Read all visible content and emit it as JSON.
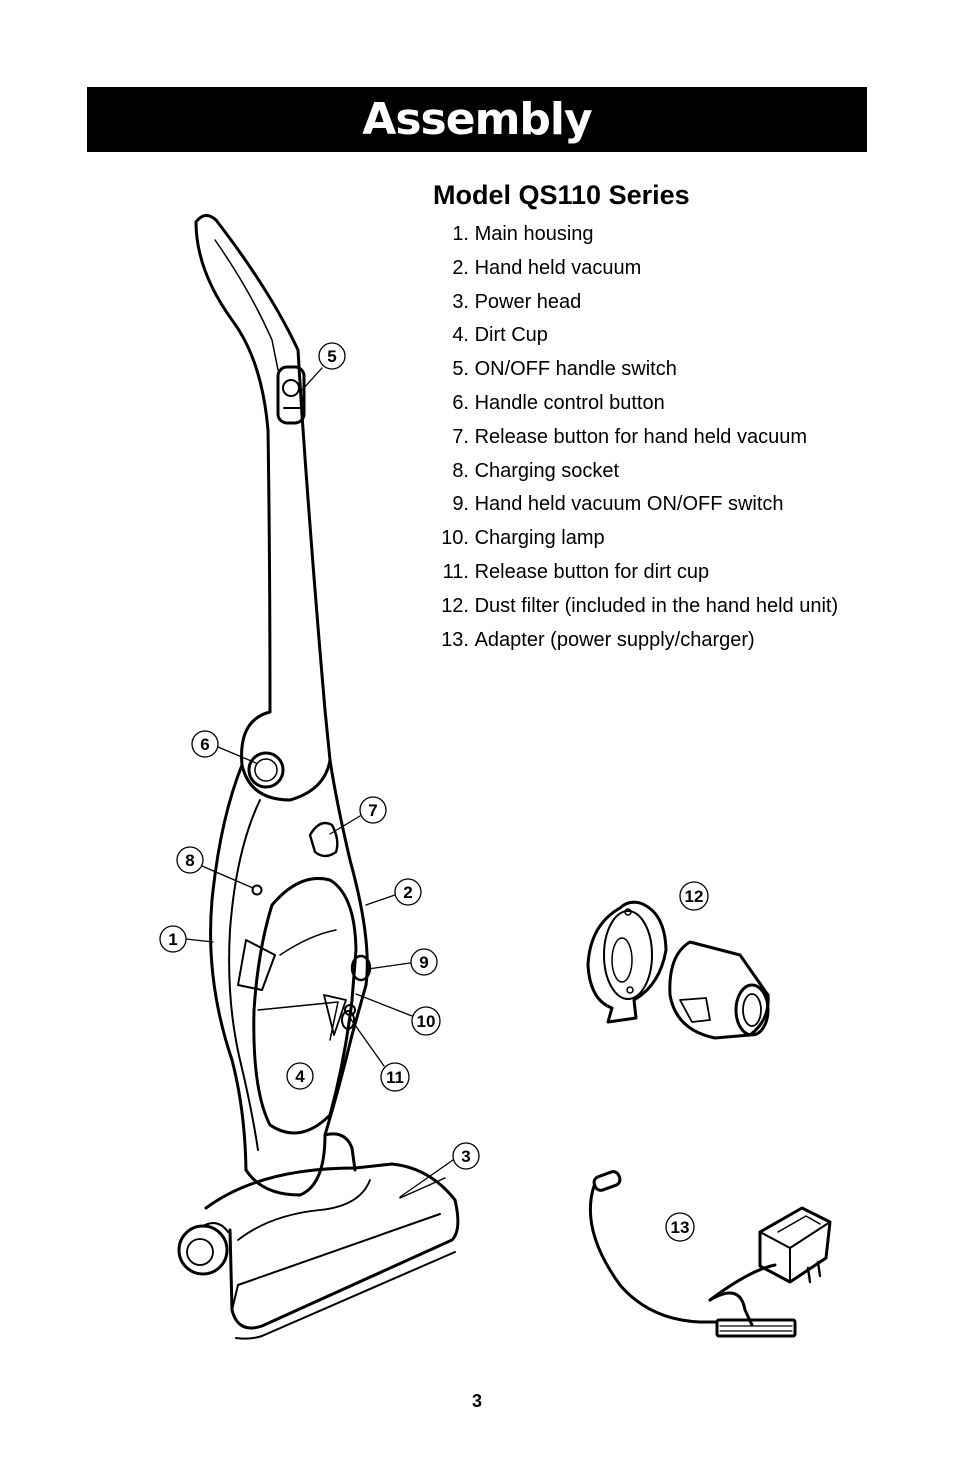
{
  "page": {
    "title": "Assembly",
    "model_heading": "Model QS110 Series",
    "page_number": "3"
  },
  "parts": [
    {
      "num": "1.",
      "label": "Main housing"
    },
    {
      "num": "2.",
      "label": "Hand held vacuum"
    },
    {
      "num": "3.",
      "label": "Power head"
    },
    {
      "num": "4.",
      "label": "Dirt Cup"
    },
    {
      "num": "5.",
      "label": "ON/OFF handle switch"
    },
    {
      "num": "6.",
      "label": "Handle control button"
    },
    {
      "num": "7.",
      "label": "Release button for hand held vacuum"
    },
    {
      "num": "8.",
      "label": "Charging socket"
    },
    {
      "num": "9.",
      "label": "Hand held vacuum ON/OFF switch"
    },
    {
      "num": "10.",
      "label": "Charging lamp"
    },
    {
      "num": "11.",
      "label": "Release button for dirt cup"
    },
    {
      "num": "12.",
      "label": "Dust filter (included in the hand held unit)"
    },
    {
      "num": "13.",
      "label": "Adapter (power supply/charger)"
    }
  ],
  "callouts": {
    "c1": "1",
    "c2": "2",
    "c3": "3",
    "c4": "4",
    "c5": "5",
    "c6": "6",
    "c7": "7",
    "c8": "8",
    "c9": "9",
    "c10": "10",
    "c11": "11",
    "c12": "12",
    "c13": "13"
  }
}
